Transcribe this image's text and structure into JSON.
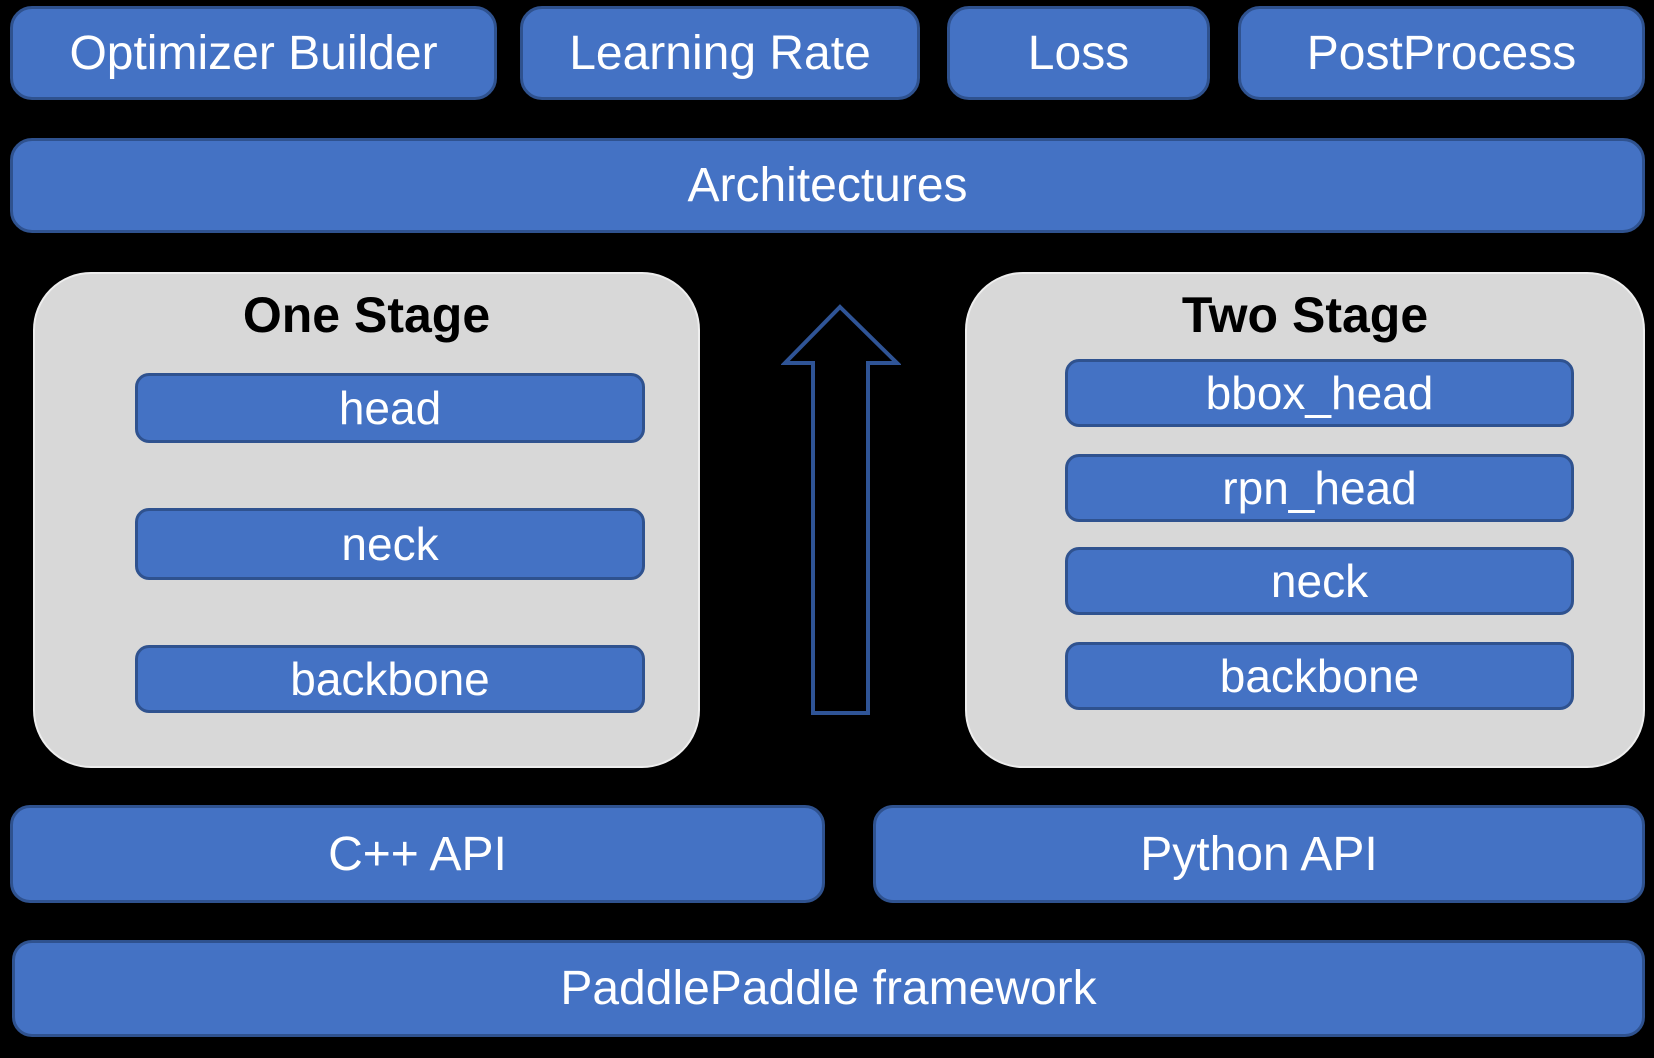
{
  "colors": {
    "background": "#000000",
    "box_fill": "#4472C4",
    "box_border": "#2F528F",
    "panel_fill": "#D8D8D8",
    "panel_border": "#EEEEEE",
    "arrow_outline": "#2F5496",
    "text_light": "#FFFFFF",
    "text_dark": "#000000"
  },
  "top_row": [
    {
      "label": "Optimizer Builder"
    },
    {
      "label": "Learning Rate"
    },
    {
      "label": "Loss"
    },
    {
      "label": "PostProcess"
    }
  ],
  "architectures": {
    "label": "Architectures"
  },
  "one_stage": {
    "title": "One Stage",
    "layers": [
      {
        "label": "head"
      },
      {
        "label": "neck"
      },
      {
        "label": "backbone"
      }
    ]
  },
  "two_stage": {
    "title": "Two Stage",
    "layers": [
      {
        "label": "bbox_head"
      },
      {
        "label": "rpn_head"
      },
      {
        "label": "neck"
      },
      {
        "label": "backbone"
      }
    ]
  },
  "arrow": {
    "icon": "up-arrow",
    "direction": "up"
  },
  "api_row": [
    {
      "label": "C++ API"
    },
    {
      "label": "Python API"
    }
  ],
  "framework": {
    "label": "PaddlePaddle framework"
  }
}
